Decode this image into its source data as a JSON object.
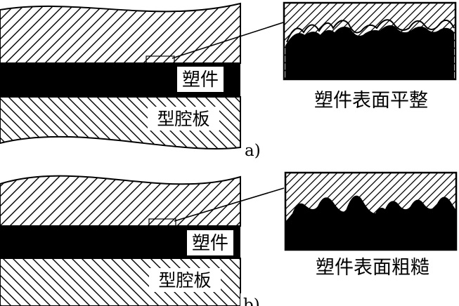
{
  "panels": [
    {
      "id": "a",
      "part_label": "塑件",
      "plate_label": "型腔板",
      "inset_caption": "塑件表面平整",
      "sub_label": "a)"
    },
    {
      "id": "b",
      "part_label": "塑件",
      "plate_label": "型腔板",
      "inset_caption": "塑件表面粗糙",
      "sub_label": "b)"
    }
  ],
  "colors": {
    "ink": "#000000",
    "paper": "#ffffff"
  }
}
